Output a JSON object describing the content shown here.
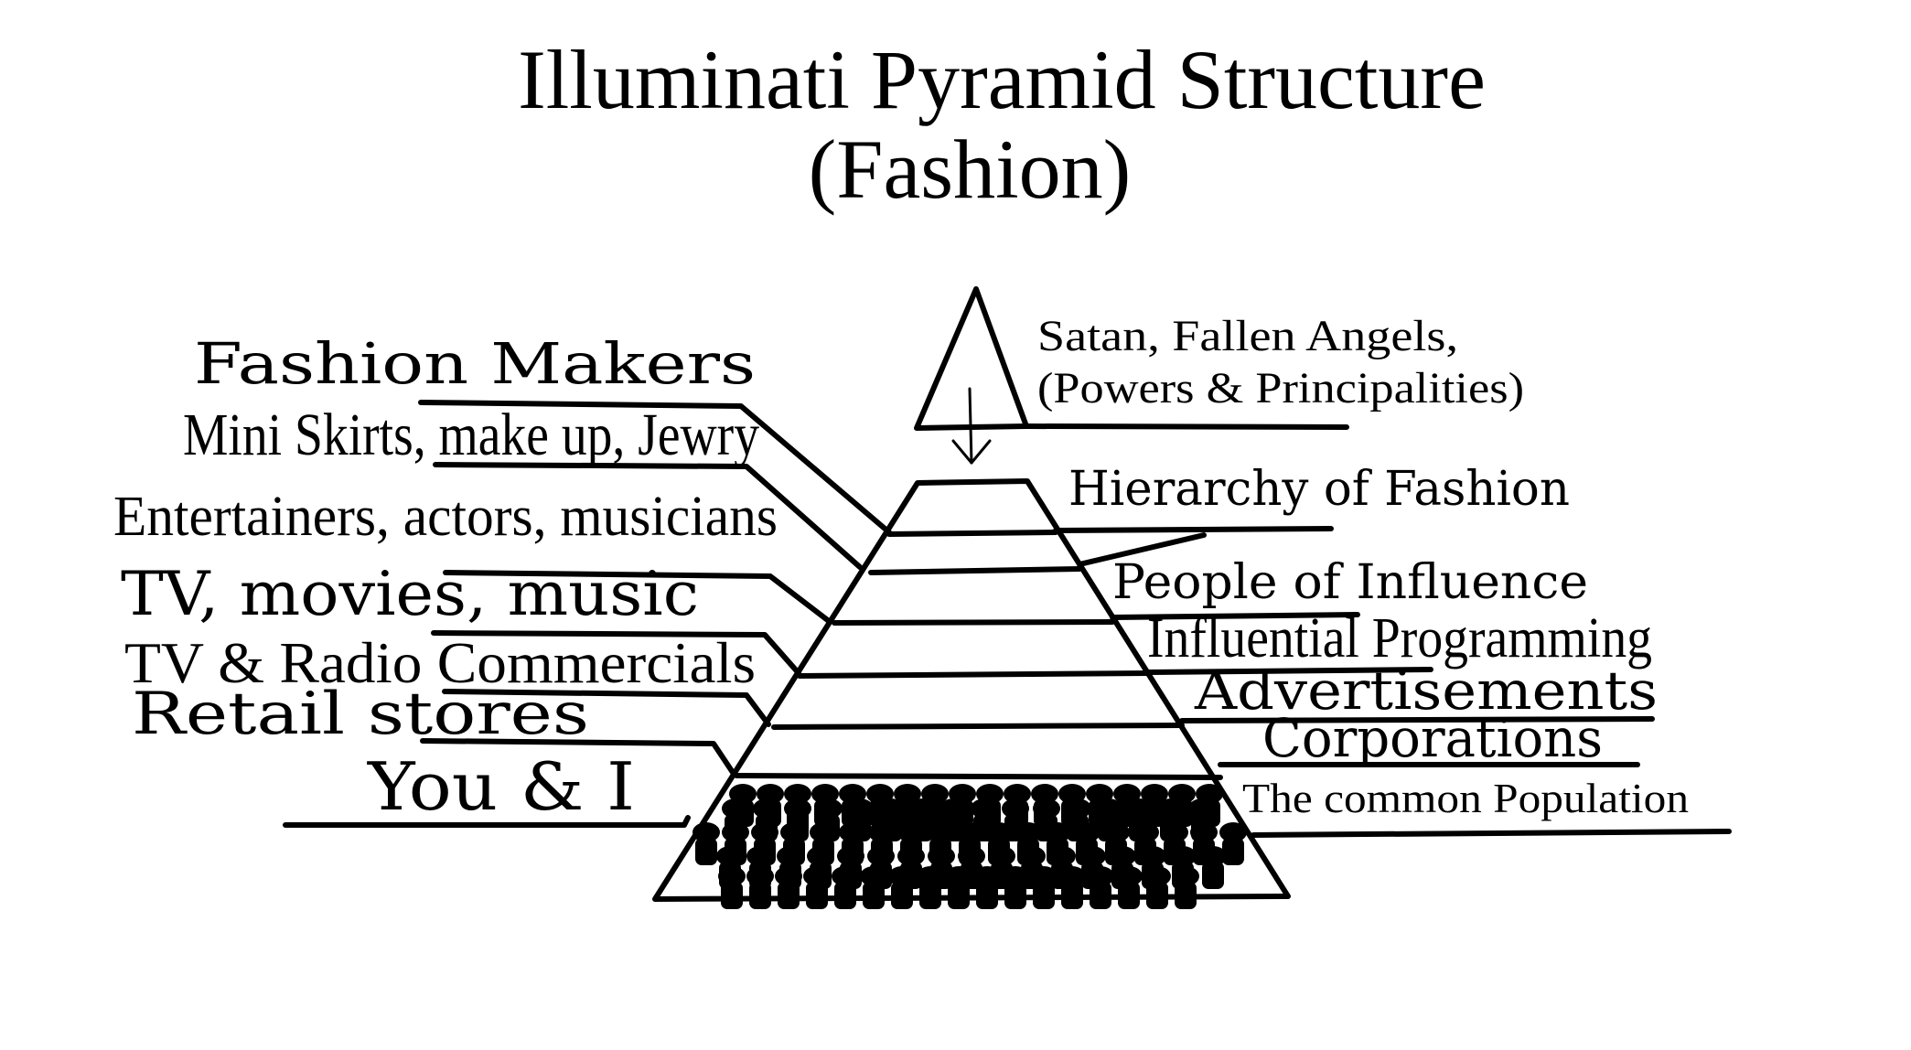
{
  "title": {
    "line1": "Illuminati Pyramid Structure",
    "line2": "(Fashion)"
  },
  "left_labels": {
    "fashion_makers": "Fashion Makers",
    "mini_skirts": "Mini Skirts, make up, Jewry",
    "entertainers": "Entertainers, actors, musicians",
    "tv_movies_music": "TV, movies, music",
    "tv_radio_commercials": "TV & Radio Commercials",
    "retail_stores": "Retail stores",
    "you_and_i": "You & I"
  },
  "right_labels": {
    "satan_line1": "Satan, Fallen Angels,",
    "satan_line2": "(Powers & Principalities)",
    "hierarchy": "Hierarchy of Fashion",
    "people_of_influence": "People of Influence",
    "influential_programming": "Influential Programming",
    "advertisements": "Advertisements",
    "corporations": "Corporations",
    "common_population": "The common Population"
  }
}
